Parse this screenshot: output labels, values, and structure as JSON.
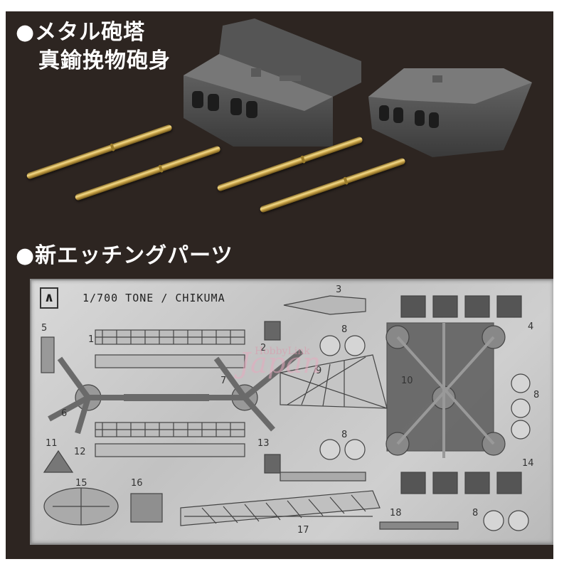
{
  "headings": {
    "metal_turrets_line1": "●メタル砲塔",
    "metal_turrets_line2": "真鍮挽物砲身",
    "etching_parts": "●新エッチングパーツ"
  },
  "sheet": {
    "title": "1/700 TONE / CHIKUMA",
    "part_numbers": [
      "1",
      "2",
      "3",
      "4",
      "5",
      "6",
      "7",
      "8",
      "9",
      "10",
      "11",
      "12",
      "13",
      "14",
      "15",
      "16",
      "17",
      "18"
    ],
    "extra_eights": [
      "8",
      "8",
      "8"
    ]
  },
  "watermark": {
    "brand": "HobbyLink",
    "country": "Japan"
  },
  "colors": {
    "background": "#2d2521",
    "brass": "#d4b15a",
    "turret": "#4a4a4a",
    "photo_etch": "#c9c9c9"
  }
}
